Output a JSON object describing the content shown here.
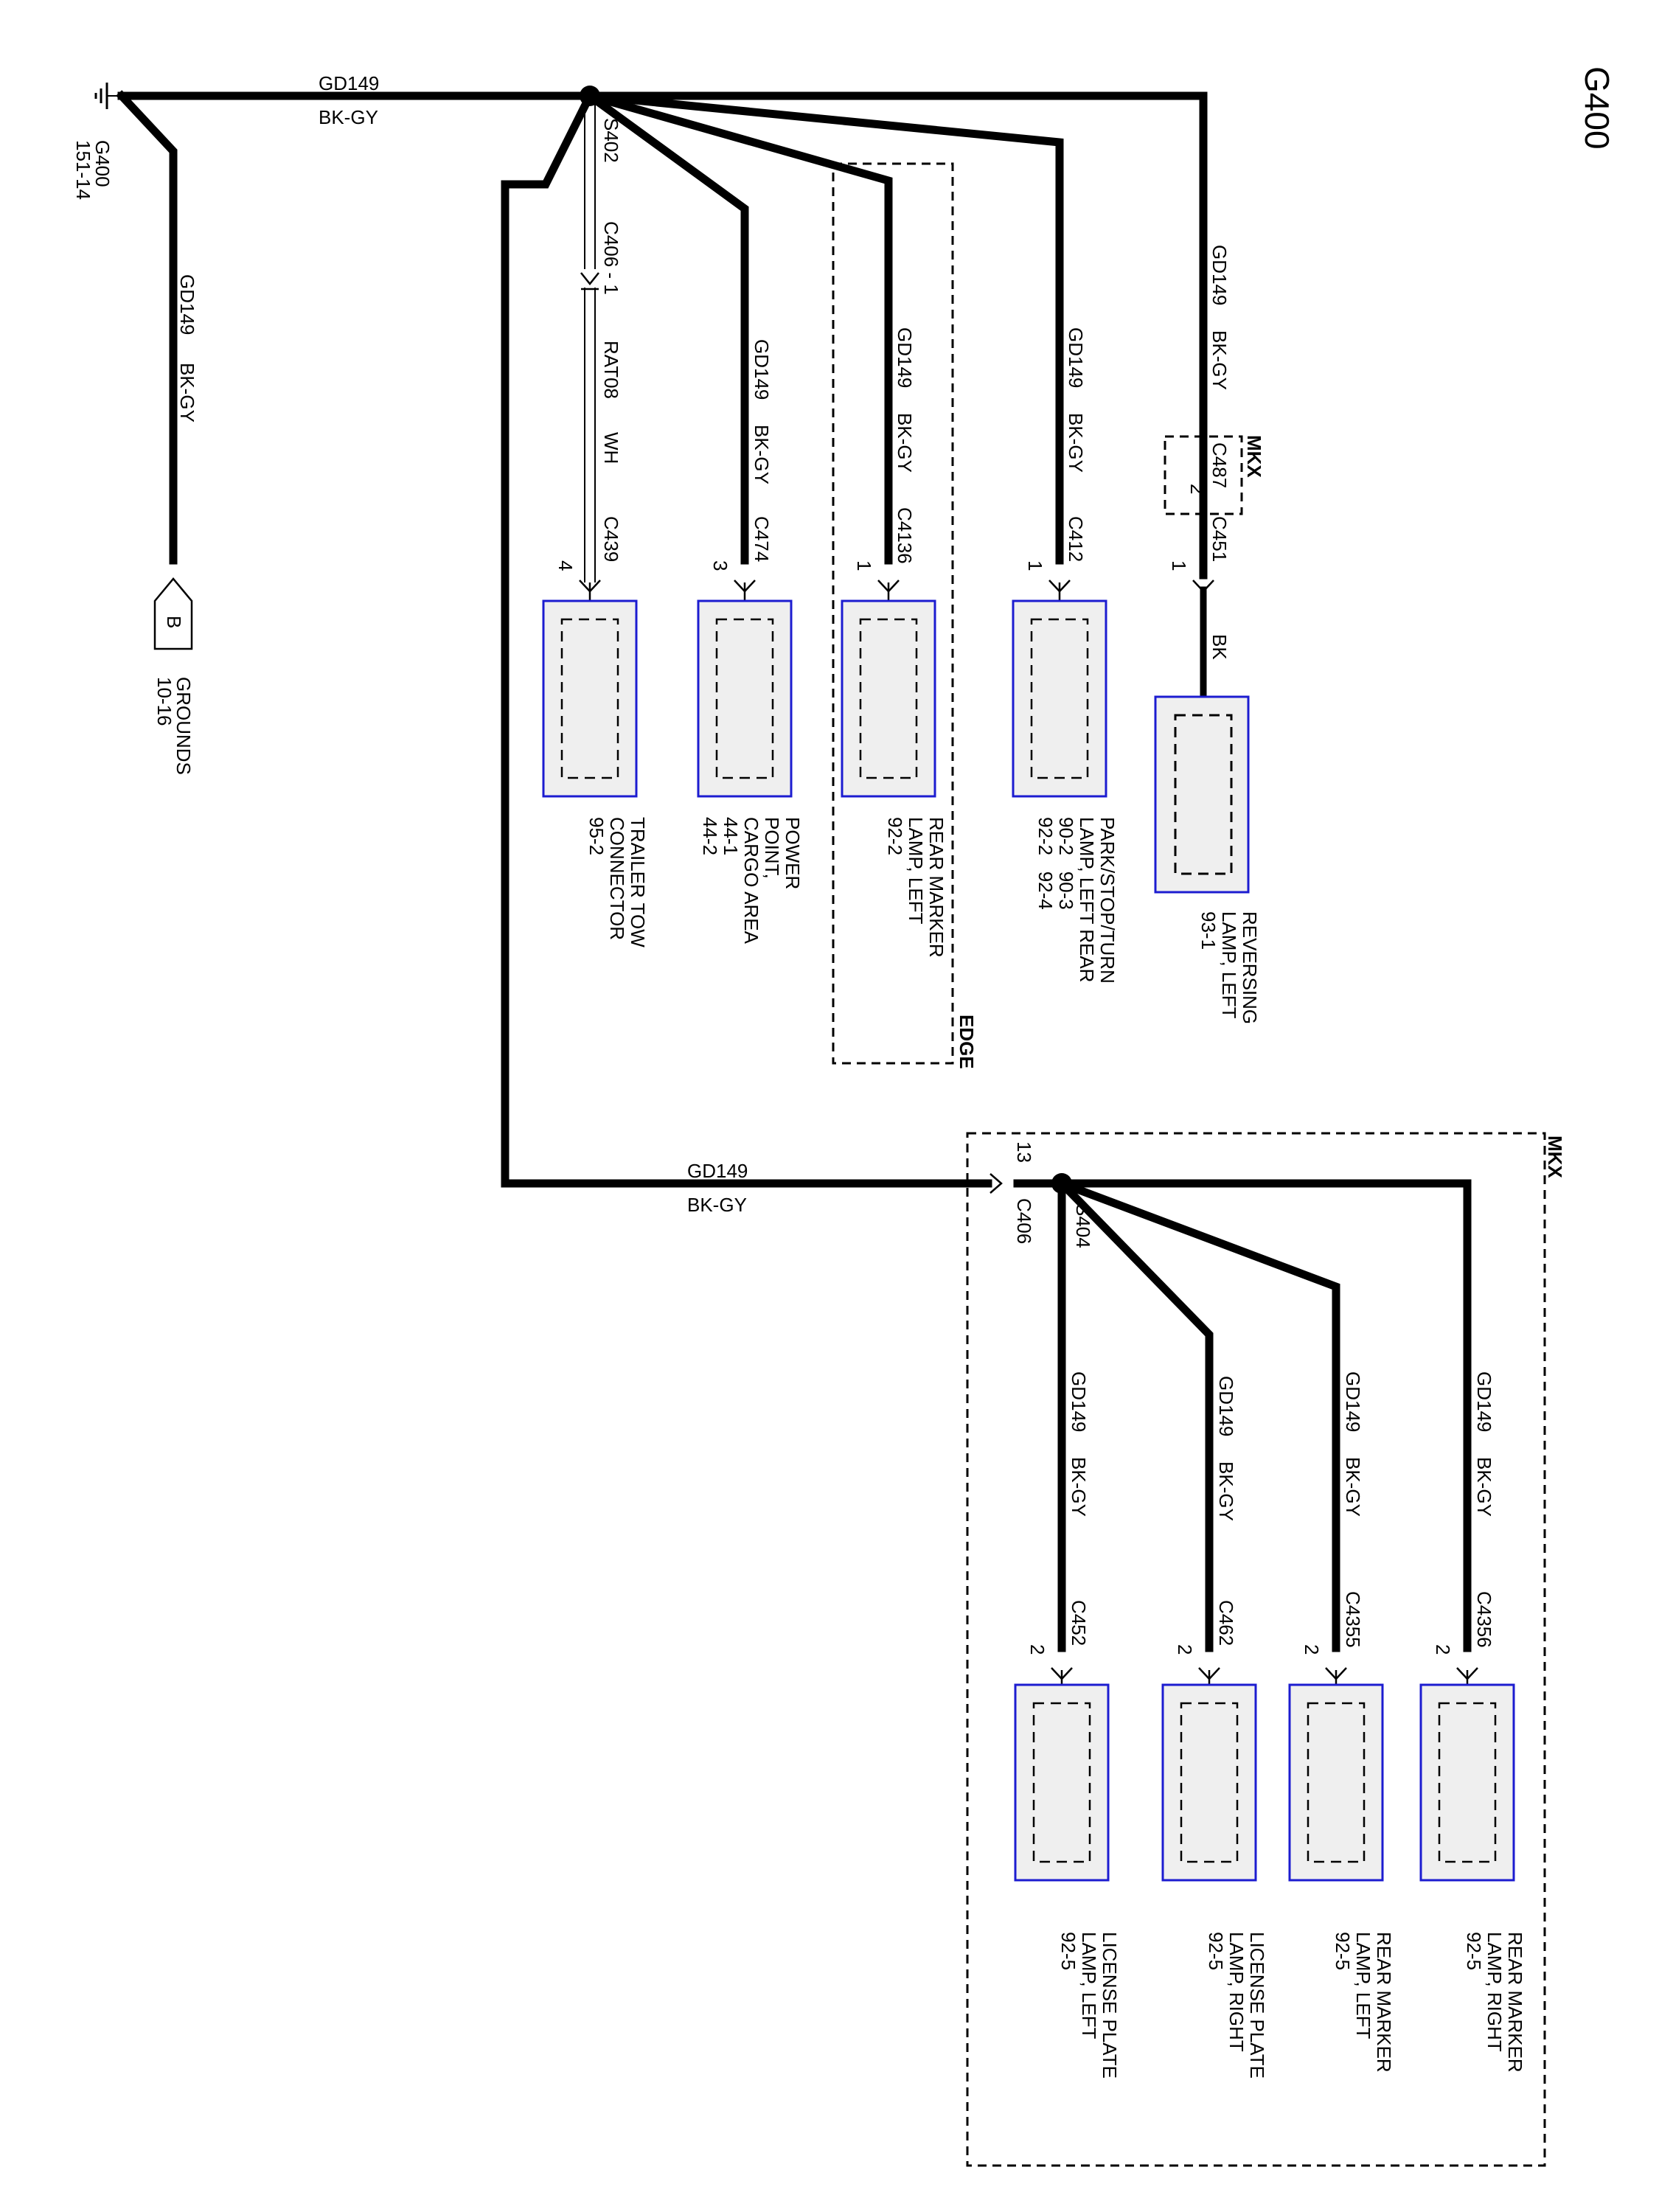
{
  "title": "G400",
  "ground": {
    "name": "G400",
    "ref": "151-14"
  },
  "grounds_ref": {
    "letter": "B",
    "label": "GROUNDS",
    "ref": "10-16"
  },
  "mkx_label": "MKX",
  "edge_label": "EDGE",
  "wires": {
    "circuit": "GD149",
    "color": "BK-GY",
    "rat_circuit": "RAT08",
    "rat_color": "WH",
    "bk": "BK"
  },
  "splices": {
    "s402": "S402",
    "s404": "S404"
  },
  "inline": {
    "c406_1": "C406 - 1",
    "c406": "C406",
    "c406_pin": "13",
    "c487": "C487",
    "c487_pin": "2"
  },
  "components_top": [
    {
      "connector": "C439",
      "pin": "4",
      "lines": [
        "TRAILER TOW",
        "CONNECTOR",
        "95-2"
      ]
    },
    {
      "connector": "C474",
      "pin": "3",
      "lines": [
        "POWER",
        "POINT,",
        "CARGO AREA",
        "44-1",
        "44-2"
      ]
    },
    {
      "connector": "C4136",
      "pin": "1",
      "lines": [
        "REAR MARKER",
        "LAMP, LEFT",
        "92-2"
      ]
    },
    {
      "connector": "C412",
      "pin": "1",
      "lines": [
        "PARK/STOP/TURN",
        "LAMP, LEFT REAR",
        "90-2   90-3",
        "92-2   92-4"
      ]
    },
    {
      "connector": "C451",
      "pin": "1",
      "lines": [
        "REVERSING",
        "LAMP, LEFT",
        "93-1"
      ]
    }
  ],
  "components_bottom": [
    {
      "connector": "C452",
      "pin": "2",
      "lines": [
        "LICENSE PLATE",
        "LAMP, LEFT",
        "92-5"
      ]
    },
    {
      "connector": "C462",
      "pin": "2",
      "lines": [
        "LICENSE PLATE",
        "LAMP, RIGHT",
        "92-5"
      ]
    },
    {
      "connector": "C4355",
      "pin": "2",
      "lines": [
        "REAR MARKER",
        "LAMP, LEFT",
        "92-5"
      ]
    },
    {
      "connector": "C4356",
      "pin": "2",
      "lines": [
        "REAR MARKER",
        "LAMP, RIGHT",
        "92-5"
      ]
    }
  ]
}
